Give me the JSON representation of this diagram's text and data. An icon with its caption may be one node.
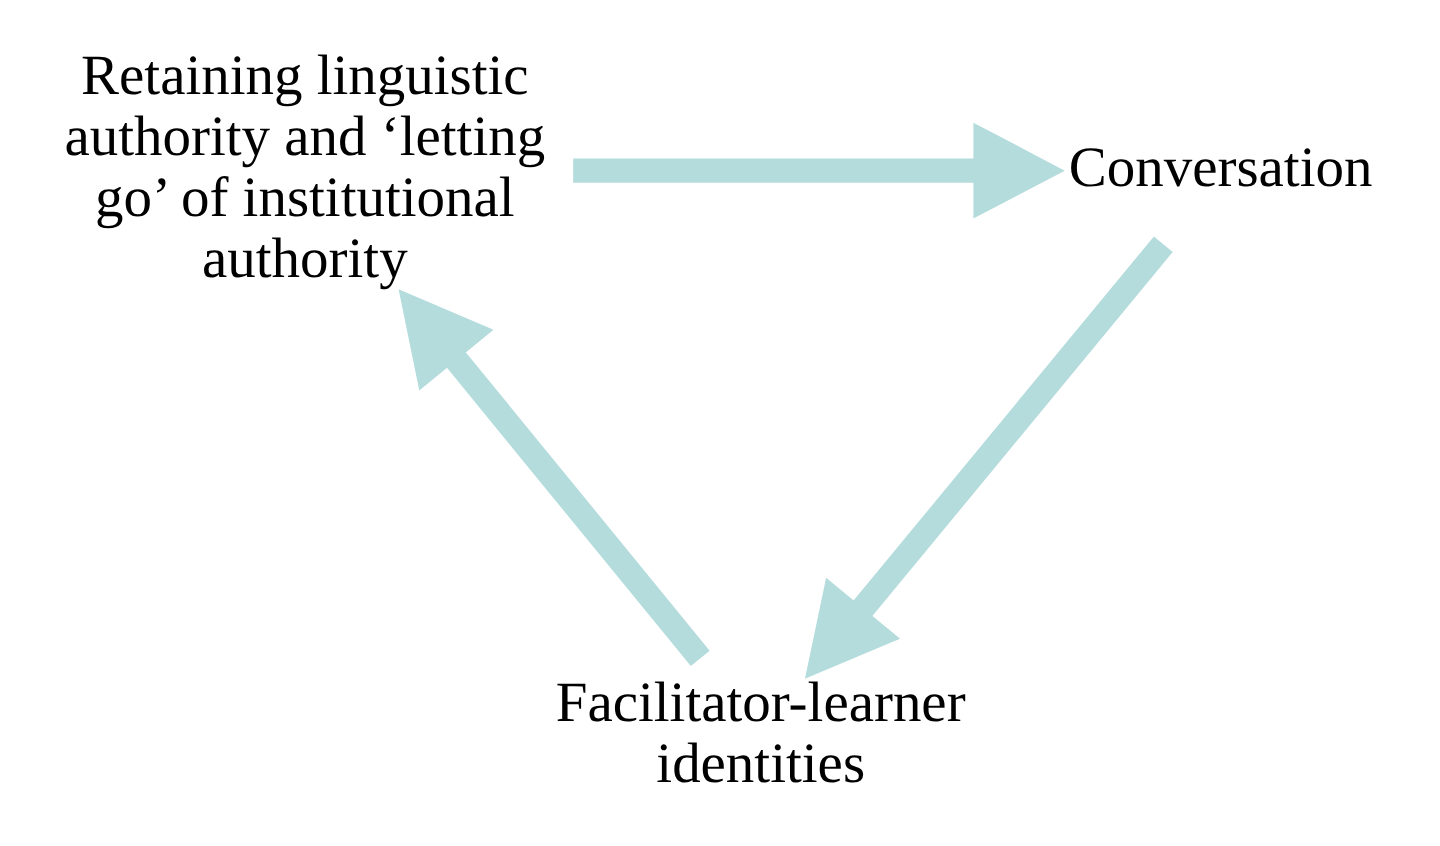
{
  "diagram": {
    "nodes": [
      {
        "text": [
          "Retaining linguistic authority and ‘letting go’ of institutional authority"
        ]
      },
      {
        "text": [
          "Conversation"
        ]
      },
      {
        "text": [
          "Facilitator-learner identities"
        ]
      }
    ],
    "edges": [
      {
        "from": 0,
        "to": 1,
        "arrow": "to"
      },
      {
        "from": 1,
        "to": 2,
        "arrow": "to"
      },
      {
        "from": 2,
        "to": 0,
        "arrow": "to"
      }
    ]
  }
}
